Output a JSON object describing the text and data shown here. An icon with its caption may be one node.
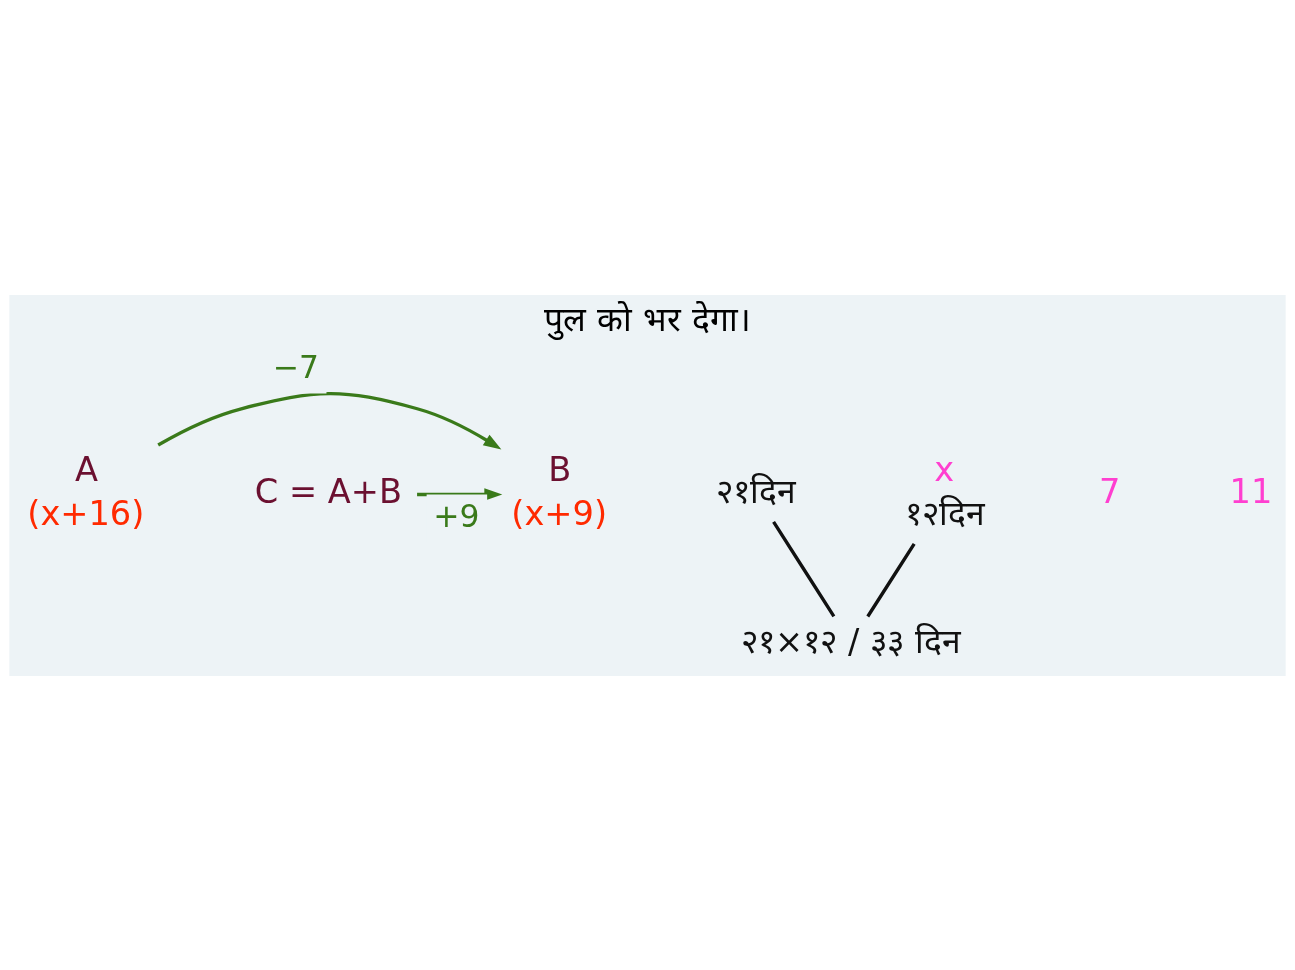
{
  "diagram": {
    "title": "पुल को भर देगा।",
    "nodes": [
      {
        "text": [
          "A"
        ],
        "beside": [
          "(x+16)"
        ]
      },
      {
        "text": [
          "B"
        ],
        "beside": [
          "(x+9)"
        ]
      },
      {
        "text": [
          "C = A+B"
        ]
      },
      {
        "text": [
          "२१दिन"
        ]
      },
      {
        "text": [
          "१२दिन"
        ],
        "beside": [
          "x"
        ]
      },
      {
        "text": [
          "२१×१२ / ३३ दिन"
        ]
      }
    ],
    "edges": [
      {
        "from": 0,
        "to": 1,
        "arrow": "to",
        "label": "−7",
        "color": "#3a7a1a"
      },
      {
        "from": 2,
        "to": 1,
        "arrow": "to",
        "label": "+9",
        "color": "#3a7a1a"
      },
      {
        "from": 3,
        "to": 5,
        "arrow": "none",
        "color": "#111111"
      },
      {
        "from": 4,
        "to": 5,
        "arrow": "none",
        "color": "#111111"
      }
    ],
    "labels": [
      "7",
      "11"
    ]
  }
}
